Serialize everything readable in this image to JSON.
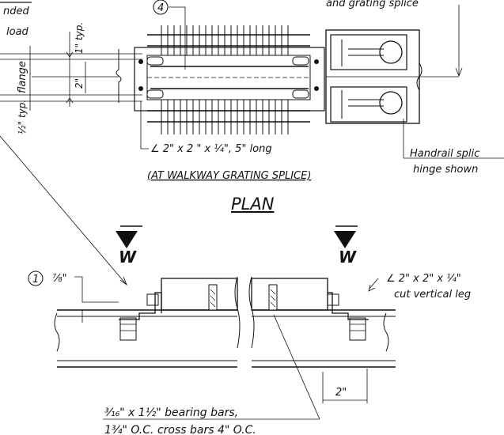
{
  "notes": {
    "corner_top_left_1": "nded",
    "corner_top_left_2": "load",
    "typ_spacing": "1\" typ.",
    "spacing_2in": "2\"",
    "flange": "flange",
    "typ_half_inch": "½\" typ.",
    "top_right": "and grating splice",
    "callout_4": "4",
    "angle_plan": "∠ 2\" x 2 \" x ¼\", 5\" long",
    "grating_splice_caption": "(AT WALKWAY GRATING SPLICE)",
    "handrail_1": "Handrail splic",
    "handrail_2": "hinge shown",
    "plan_title": "PLAN",
    "section_mark_left": "W",
    "section_mark_right": "W",
    "callout_1": "1",
    "dim_7_8": "⅞\"",
    "angle_elev_1": "∠ 2\" x 2\" x ¼\"",
    "angle_elev_2": "cut vertical leg",
    "dim_2in_bottom": "2\"",
    "bearing_bars": "³⁄₁₆\" x 1½\" bearing bars,",
    "cross_bars": "1³⁄₄\" O.C. cross bars 4\" O.C."
  }
}
